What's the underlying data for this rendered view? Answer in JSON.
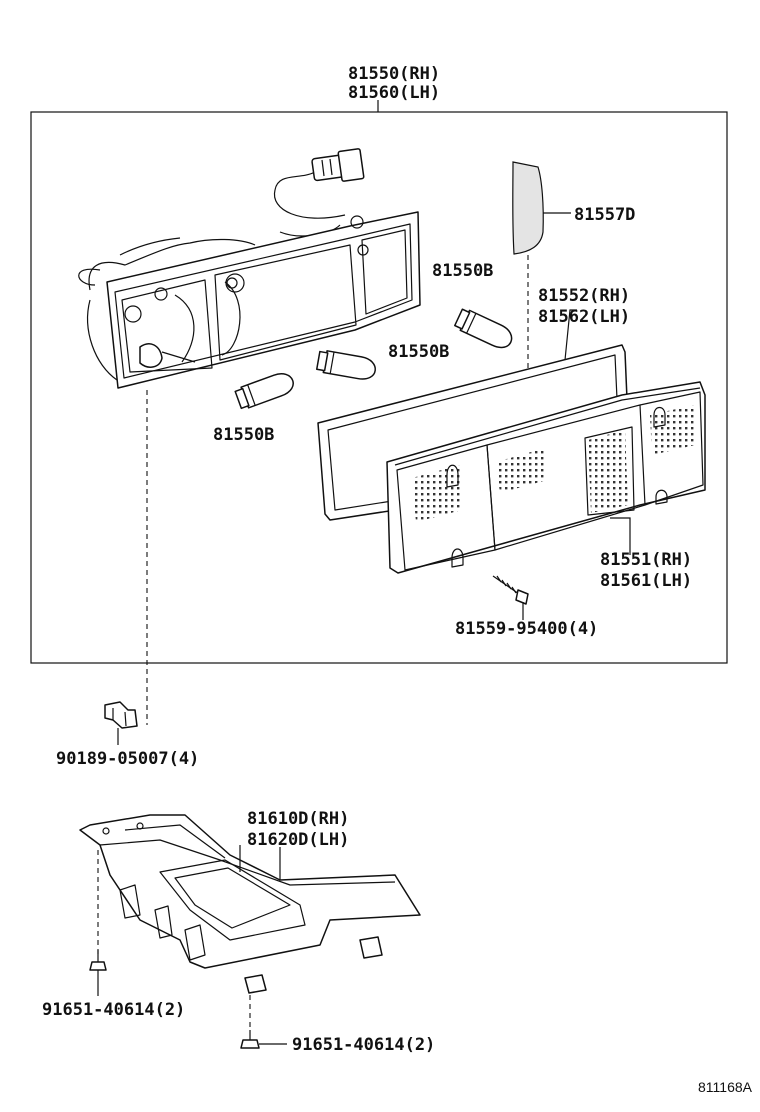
{
  "labels": {
    "housing_rh": "81550(RH)",
    "housing_lh": "81560(LH)",
    "bulb_right": "81550B",
    "bulb_mid": "81550B",
    "bulb_left": "81550B",
    "reflector": "81557D",
    "gasket_rh": "81552(RH)",
    "gasket_lh": "81562(LH)",
    "lens_rh": "81551(RH)",
    "lens_lh": "81561(LH)",
    "screw": "81559-95400(4)",
    "clip": "90189-05007(4)",
    "bracket_rh": "81610D(RH)",
    "bracket_lh": "81620D(LH)",
    "bolt_left": "91651-40614(2)",
    "bolt_bottom": "91651-40614(2)"
  },
  "reference": "811168A"
}
